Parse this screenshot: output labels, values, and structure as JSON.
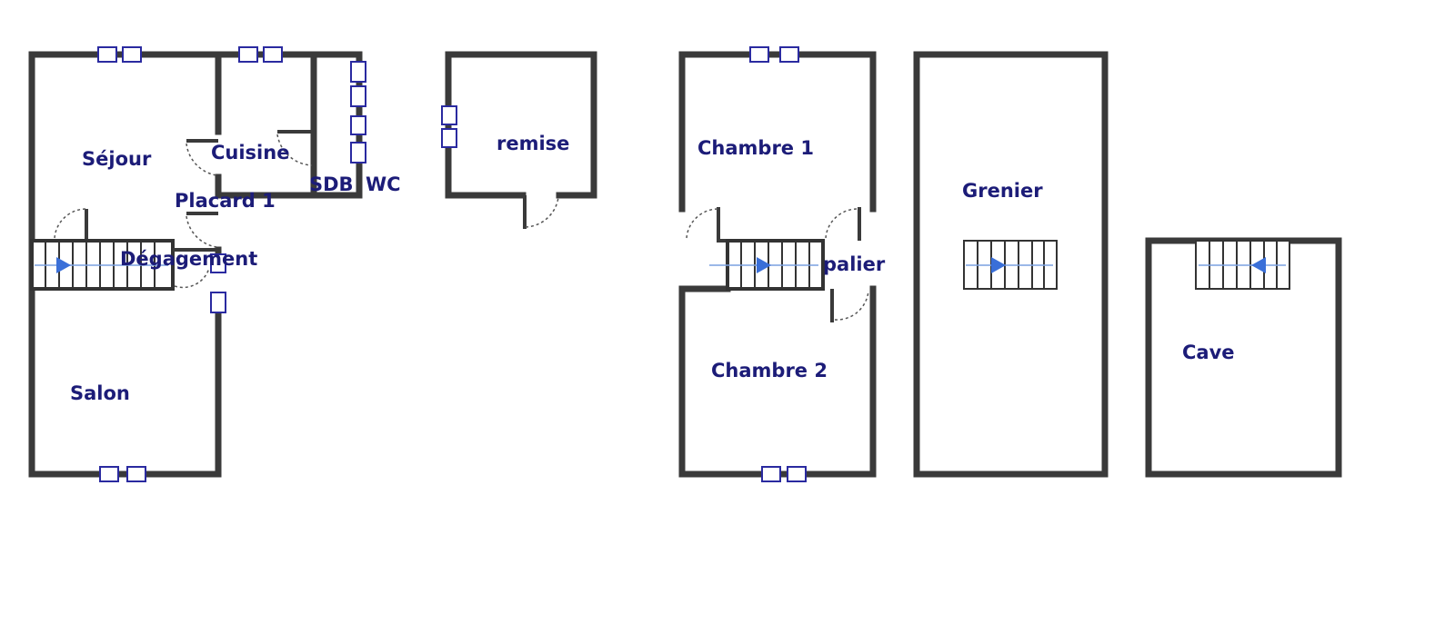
{
  "plan": {
    "rooms": {
      "sejour": "Séjour",
      "cuisine": "Cuisine",
      "sdb": "SDB",
      "wc": "WC",
      "placard": "Placard 1",
      "degagement": "Dégagement",
      "salon": "Salon",
      "remise": "remise",
      "chambre1": "Chambre 1",
      "chambre2": "Chambre 2",
      "palier": "palier",
      "grenier": "Grenier",
      "cave": "Cave"
    },
    "colors": {
      "wall": "#3a3a3a",
      "label": "#1c1c78",
      "window": "#2a2aa0",
      "stair_arrow": "#3a6fd8"
    }
  }
}
